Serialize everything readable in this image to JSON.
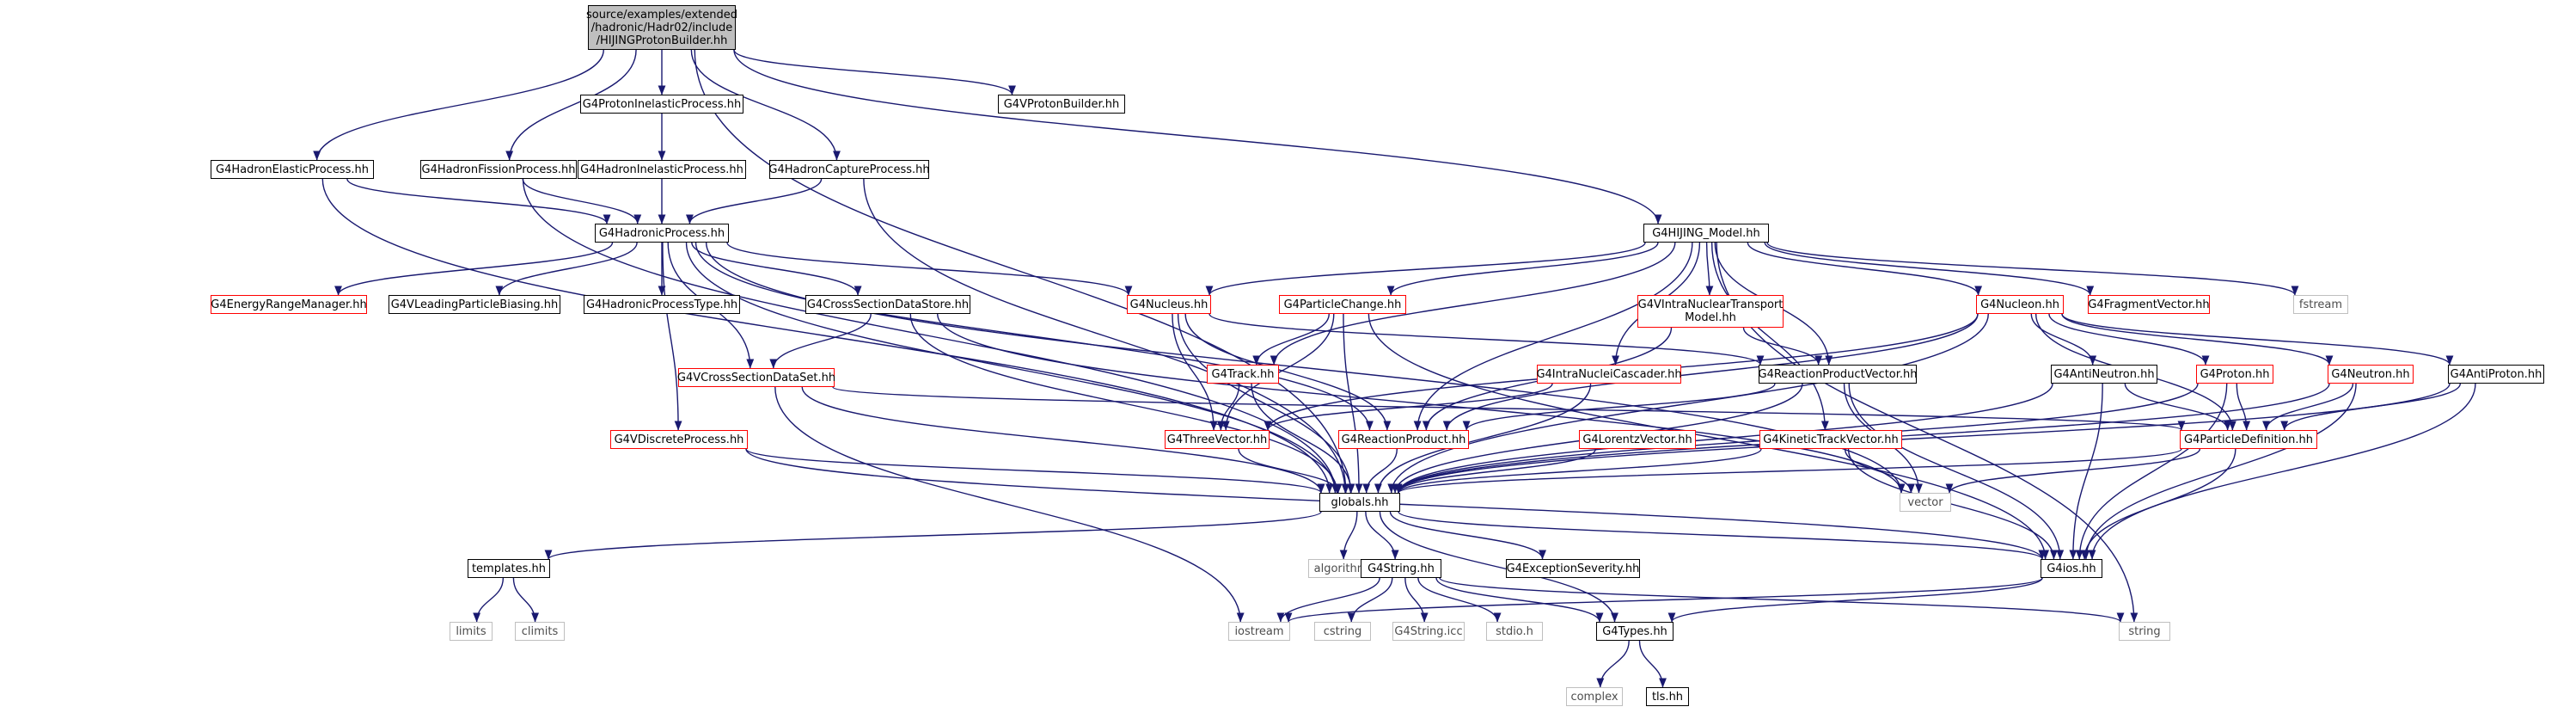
{
  "colors": {
    "edge": "#191970",
    "documented_border": "#000000",
    "truncated_border": "#ff0000",
    "system_header_border": "#bfbfbf",
    "root_fill": "#bfbfbf"
  },
  "nodes": [
    {
      "id": "root",
      "label": "source/examples/extended\n/hadronic/Hadr02/include\n/HIJINGProtonBuilder.hh",
      "kind": "root"
    },
    {
      "id": "pinel",
      "label": "G4ProtonInelasticProcess.hh",
      "kind": "doc"
    },
    {
      "id": "vpb",
      "label": "G4VProtonBuilder.hh",
      "kind": "doc"
    },
    {
      "id": "hel",
      "label": "G4HadronElasticProcess.hh",
      "kind": "doc"
    },
    {
      "id": "hfis",
      "label": "G4HadronFissionProcess.hh",
      "kind": "doc"
    },
    {
      "id": "hinel",
      "label": "G4HadronInelasticProcess.hh",
      "kind": "doc"
    },
    {
      "id": "hcap",
      "label": "G4HadronCaptureProcess.hh",
      "kind": "doc"
    },
    {
      "id": "hproc",
      "label": "G4HadronicProcess.hh",
      "kind": "doc"
    },
    {
      "id": "hijing",
      "label": "G4HIJING_Model.hh",
      "kind": "doc"
    },
    {
      "id": "erm",
      "label": "G4EnergyRangeManager.hh",
      "kind": "trunc"
    },
    {
      "id": "vlpb",
      "label": "G4VLeadingParticleBiasing.hh",
      "kind": "doc"
    },
    {
      "id": "hpt",
      "label": "G4HadronicProcessType.hh",
      "kind": "doc"
    },
    {
      "id": "csds",
      "label": "G4CrossSectionDataStore.hh",
      "kind": "doc"
    },
    {
      "id": "nucleus",
      "label": "G4Nucleus.hh",
      "kind": "trunc"
    },
    {
      "id": "pchange",
      "label": "G4ParticleChange.hh",
      "kind": "trunc"
    },
    {
      "id": "vintra",
      "label": "G4VIntraNuclearTransport\nModel.hh",
      "kind": "trunc"
    },
    {
      "id": "nucleon",
      "label": "G4Nucleon.hh",
      "kind": "trunc"
    },
    {
      "id": "fragvec",
      "label": "G4FragmentVector.hh",
      "kind": "trunc"
    },
    {
      "id": "fstream",
      "label": "fstream",
      "kind": "sys"
    },
    {
      "id": "vcsds",
      "label": "G4VCrossSectionDataSet.hh",
      "kind": "trunc"
    },
    {
      "id": "track",
      "label": "G4Track.hh",
      "kind": "trunc"
    },
    {
      "id": "inc",
      "label": "G4IntraNucleiCascader.hh",
      "kind": "trunc"
    },
    {
      "id": "rpv",
      "label": "G4ReactionProductVector.hh",
      "kind": "doc"
    },
    {
      "id": "antin",
      "label": "G4AntiNeutron.hh",
      "kind": "doc"
    },
    {
      "id": "proton",
      "label": "G4Proton.hh",
      "kind": "trunc"
    },
    {
      "id": "neutron",
      "label": "G4Neutron.hh",
      "kind": "trunc"
    },
    {
      "id": "antip",
      "label": "G4AntiProton.hh",
      "kind": "doc"
    },
    {
      "id": "vdisc",
      "label": "G4VDiscreteProcess.hh",
      "kind": "trunc"
    },
    {
      "id": "tv",
      "label": "G4ThreeVector.hh",
      "kind": "trunc"
    },
    {
      "id": "rp",
      "label": "G4ReactionProduct.hh",
      "kind": "trunc"
    },
    {
      "id": "lv",
      "label": "G4LorentzVector.hh",
      "kind": "trunc"
    },
    {
      "id": "ktv",
      "label": "G4KineticTrackVector.hh",
      "kind": "trunc"
    },
    {
      "id": "pdef",
      "label": "G4ParticleDefinition.hh",
      "kind": "trunc"
    },
    {
      "id": "vector",
      "label": "vector",
      "kind": "sys"
    },
    {
      "id": "globals",
      "label": "globals.hh",
      "kind": "doc"
    },
    {
      "id": "templates",
      "label": "templates.hh",
      "kind": "doc"
    },
    {
      "id": "algorithm",
      "label": "algorithm",
      "kind": "sys"
    },
    {
      "id": "g4string",
      "label": "G4String.hh",
      "kind": "doc"
    },
    {
      "id": "g4exc",
      "label": "G4ExceptionSeverity.hh",
      "kind": "doc"
    },
    {
      "id": "g4ios",
      "label": "G4ios.hh",
      "kind": "doc"
    },
    {
      "id": "limits",
      "label": "limits",
      "kind": "sys"
    },
    {
      "id": "climits",
      "label": "climits",
      "kind": "sys"
    },
    {
      "id": "iostream",
      "label": "iostream",
      "kind": "sys"
    },
    {
      "id": "cstring",
      "label": "cstring",
      "kind": "sys"
    },
    {
      "id": "g4stricc",
      "label": "G4String.icc",
      "kind": "sys"
    },
    {
      "id": "stdio",
      "label": "stdio.h",
      "kind": "sys"
    },
    {
      "id": "g4types",
      "label": "G4Types.hh",
      "kind": "doc"
    },
    {
      "id": "string",
      "label": "string",
      "kind": "sys"
    },
    {
      "id": "complex",
      "label": "complex",
      "kind": "sys"
    },
    {
      "id": "tls",
      "label": "tls.hh",
      "kind": "doc"
    }
  ],
  "edges": [
    [
      "root",
      "vpb"
    ],
    [
      "root",
      "pinel"
    ],
    [
      "root",
      "hel"
    ],
    [
      "root",
      "hfis"
    ],
    [
      "root",
      "hcap"
    ],
    [
      "root",
      "hijing"
    ],
    [
      "root",
      "globals"
    ],
    [
      "pinel",
      "hinel"
    ],
    [
      "hel",
      "hproc"
    ],
    [
      "hel",
      "globals"
    ],
    [
      "hfis",
      "hproc"
    ],
    [
      "hfis",
      "globals"
    ],
    [
      "hinel",
      "hproc"
    ],
    [
      "hcap",
      "hproc"
    ],
    [
      "hcap",
      "globals"
    ],
    [
      "hproc",
      "erm"
    ],
    [
      "hproc",
      "vlpb"
    ],
    [
      "hproc",
      "hpt"
    ],
    [
      "hproc",
      "csds"
    ],
    [
      "hproc",
      "nucleus"
    ],
    [
      "hproc",
      "vcsds"
    ],
    [
      "hproc",
      "vdisc"
    ],
    [
      "hproc",
      "rp"
    ],
    [
      "hproc",
      "globals"
    ],
    [
      "hproc",
      "vector"
    ],
    [
      "hijing",
      "nucleus"
    ],
    [
      "hijing",
      "pchange"
    ],
    [
      "hijing",
      "vintra"
    ],
    [
      "hijing",
      "nucleon"
    ],
    [
      "hijing",
      "fragvec"
    ],
    [
      "hijing",
      "fstream"
    ],
    [
      "hijing",
      "track"
    ],
    [
      "hijing",
      "inc"
    ],
    [
      "hijing",
      "rpv"
    ],
    [
      "hijing",
      "rp"
    ],
    [
      "hijing",
      "ktv"
    ],
    [
      "hijing",
      "string"
    ],
    [
      "csds",
      "vcsds"
    ],
    [
      "csds",
      "globals"
    ],
    [
      "csds",
      "vector"
    ],
    [
      "nucleus",
      "tv"
    ],
    [
      "nucleus",
      "rp"
    ],
    [
      "nucleus",
      "rpv"
    ],
    [
      "nucleus",
      "globals"
    ],
    [
      "pchange",
      "track"
    ],
    [
      "pchange",
      "tv"
    ],
    [
      "pchange",
      "globals"
    ],
    [
      "pchange",
      "g4ios"
    ],
    [
      "vintra",
      "rpv"
    ],
    [
      "vintra",
      "rp"
    ],
    [
      "nucleon",
      "tv"
    ],
    [
      "nucleon",
      "rp"
    ],
    [
      "nucleon",
      "antin"
    ],
    [
      "nucleon",
      "proton"
    ],
    [
      "nucleon",
      "neutron"
    ],
    [
      "nucleon",
      "antip"
    ],
    [
      "nucleon",
      "pdef"
    ],
    [
      "nucleon",
      "globals"
    ],
    [
      "vcsds",
      "pdef"
    ],
    [
      "vcsds",
      "globals"
    ],
    [
      "vcsds",
      "iostream"
    ],
    [
      "track",
      "tv"
    ],
    [
      "track",
      "globals"
    ],
    [
      "inc",
      "tv"
    ],
    [
      "inc",
      "globals"
    ],
    [
      "rpv",
      "rp"
    ],
    [
      "rpv",
      "vector"
    ],
    [
      "rpv",
      "g4ios"
    ],
    [
      "rpv",
      "globals"
    ],
    [
      "antin",
      "pdef"
    ],
    [
      "antin",
      "g4ios"
    ],
    [
      "antin",
      "globals"
    ],
    [
      "proton",
      "pdef"
    ],
    [
      "proton",
      "g4ios"
    ],
    [
      "proton",
      "globals"
    ],
    [
      "neutron",
      "pdef"
    ],
    [
      "neutron",
      "g4ios"
    ],
    [
      "neutron",
      "globals"
    ],
    [
      "antip",
      "pdef"
    ],
    [
      "antip",
      "g4ios"
    ],
    [
      "antip",
      "globals"
    ],
    [
      "vdisc",
      "globals"
    ],
    [
      "vdisc",
      "g4ios"
    ],
    [
      "tv",
      "globals"
    ],
    [
      "rp",
      "globals"
    ],
    [
      "lv",
      "globals"
    ],
    [
      "ktv",
      "globals"
    ],
    [
      "ktv",
      "vector"
    ],
    [
      "ktv",
      "g4ios"
    ],
    [
      "pdef",
      "globals"
    ],
    [
      "pdef",
      "vector"
    ],
    [
      "pdef",
      "g4ios"
    ],
    [
      "globals",
      "templates"
    ],
    [
      "globals",
      "algorithm"
    ],
    [
      "globals",
      "g4string"
    ],
    [
      "globals",
      "g4exc"
    ],
    [
      "globals",
      "g4ios"
    ],
    [
      "globals",
      "g4types"
    ],
    [
      "templates",
      "limits"
    ],
    [
      "templates",
      "climits"
    ],
    [
      "g4string",
      "iostream"
    ],
    [
      "g4string",
      "cstring"
    ],
    [
      "g4string",
      "g4stricc"
    ],
    [
      "g4string",
      "stdio"
    ],
    [
      "g4string",
      "g4types"
    ],
    [
      "g4string",
      "string"
    ],
    [
      "g4ios",
      "iostream"
    ],
    [
      "g4ios",
      "g4types"
    ],
    [
      "g4types",
      "complex"
    ],
    [
      "g4types",
      "tls"
    ]
  ]
}
